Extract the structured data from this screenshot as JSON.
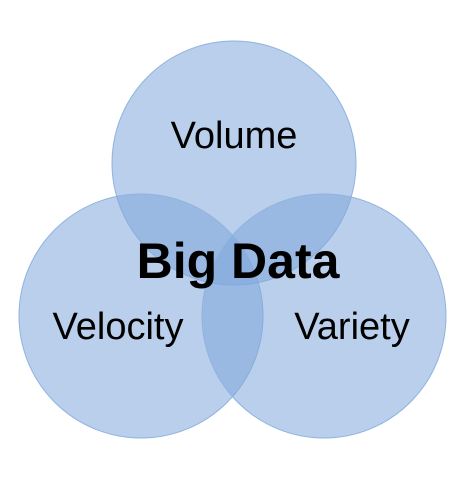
{
  "diagram": {
    "center_label": "Big Data",
    "sets": [
      {
        "label": "Volume"
      },
      {
        "label": "Velocity"
      },
      {
        "label": "Variety"
      }
    ],
    "colors": {
      "fill": "#7FA8DA",
      "fill_opacity": 0.55,
      "stroke": "#8FB3DF",
      "background": "#ffffff"
    }
  }
}
